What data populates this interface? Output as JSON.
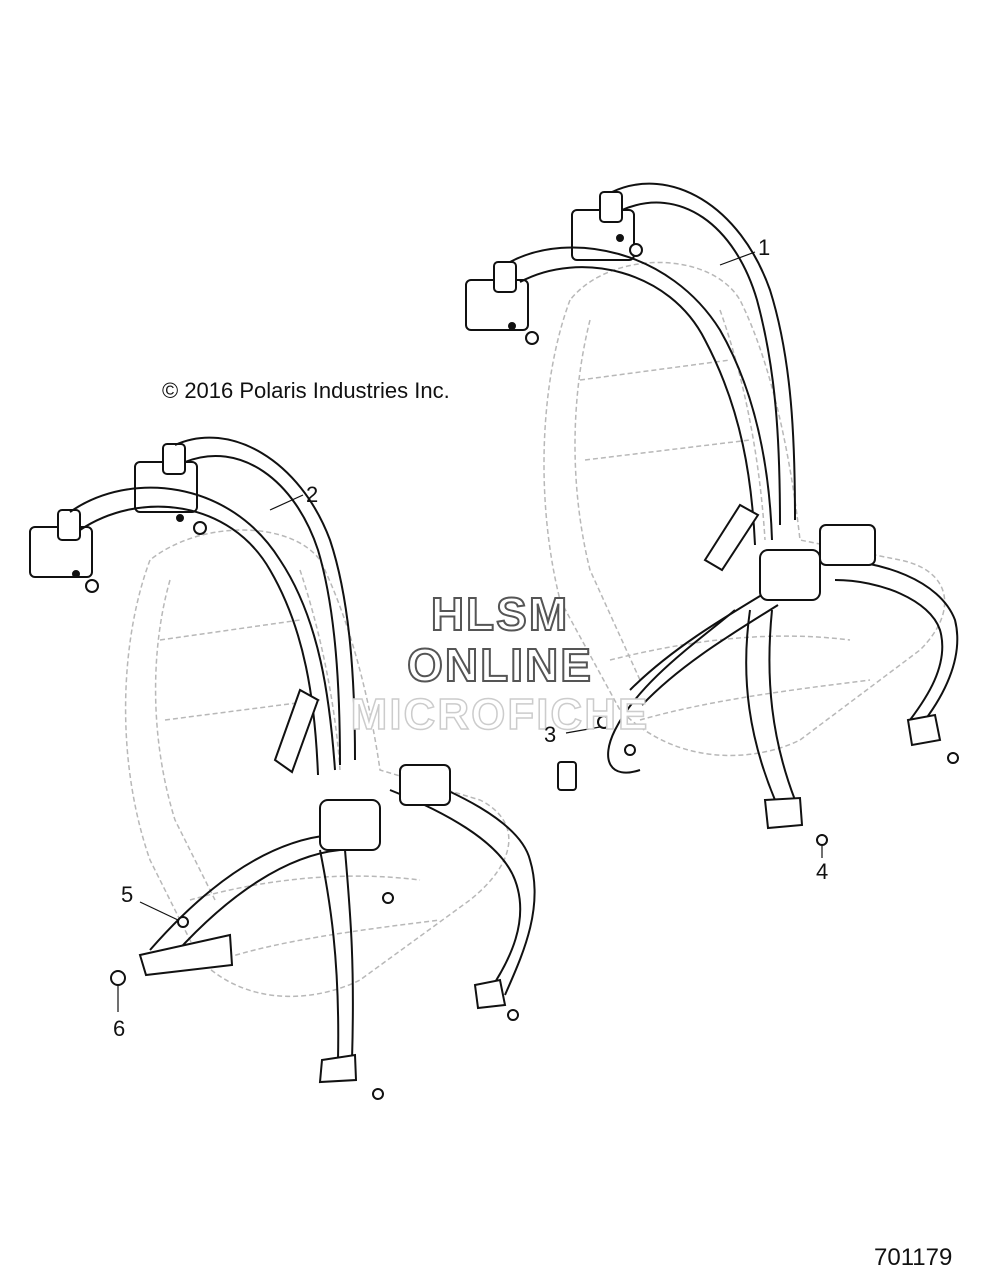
{
  "copyright": "© 2016 Polaris Industries Inc.",
  "figure_number": "701179",
  "watermark": {
    "line1": "HLSM",
    "line2": "ONLINE",
    "line3": "MICROFICHE"
  },
  "callouts": [
    {
      "id": "1",
      "label": "1"
    },
    {
      "id": "2",
      "label": "2"
    },
    {
      "id": "3",
      "label": "3"
    },
    {
      "id": "4",
      "label": "4"
    },
    {
      "id": "5",
      "label": "5"
    },
    {
      "id": "6",
      "label": "6"
    }
  ],
  "colors": {
    "line": "#111111",
    "seat_ghost": "#b8b8b8"
  }
}
